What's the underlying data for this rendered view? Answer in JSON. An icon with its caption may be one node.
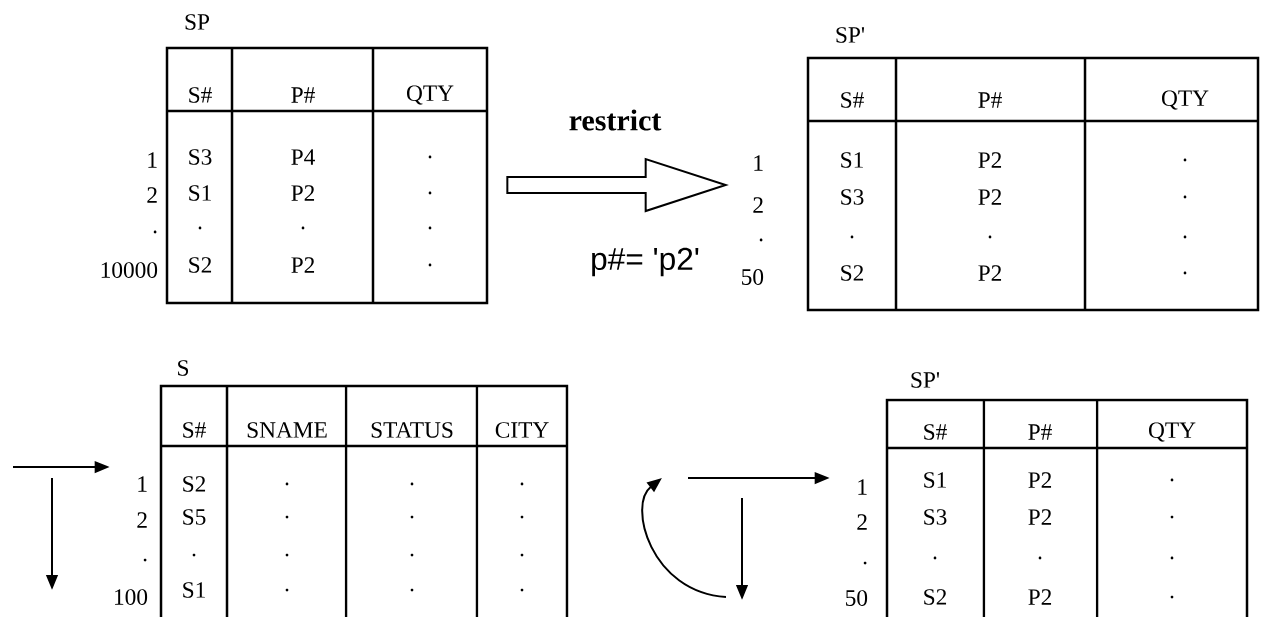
{
  "diagram": {
    "nodes": [
      {
        "text": [
          "SP",
          "S#",
          "P#",
          "QTY",
          "S3",
          "P4",
          ".",
          "S1",
          "P2",
          ".",
          ".",
          ".",
          ".",
          "S2",
          "P2",
          "."
        ],
        "beside": [
          "1",
          "2",
          ".",
          "10000"
        ]
      },
      {
        "text": [
          "SP'",
          "S#",
          "P#",
          "QTY",
          "S1",
          "P2",
          ".",
          "S3",
          "P2",
          ".",
          ".",
          ".",
          ".",
          "S2",
          "P2",
          "."
        ],
        "beside": [
          "1",
          "2",
          ".",
          "50"
        ]
      },
      {
        "text": [
          "S",
          "S#",
          "SNAME",
          "STATUS",
          "CITY",
          "S2",
          ".",
          ".",
          ".",
          "S5",
          ".",
          ".",
          ".",
          ".",
          ".",
          ".",
          ".",
          "S1",
          ".",
          ".",
          "."
        ],
        "beside": [
          "1",
          "2",
          ".",
          "100"
        ]
      },
      {
        "text": [
          "SP'",
          "S#",
          "P#",
          "QTY",
          "S1",
          "P2",
          ".",
          "S3",
          "P2",
          ".",
          ".",
          ".",
          ".",
          "S2",
          "P2",
          "."
        ],
        "beside": [
          "1",
          "2",
          ".",
          "50"
        ]
      }
    ],
    "edges": [
      {
        "from": 0,
        "to": 1,
        "arrow": "to",
        "label": "restrict",
        "style": "thick"
      },
      {
        "from": null,
        "to": 2,
        "arrow": "to"
      },
      {
        "from": null,
        "to": 3,
        "arrow": "to"
      }
    ],
    "labels": [
      "p#= 'p2'"
    ]
  }
}
